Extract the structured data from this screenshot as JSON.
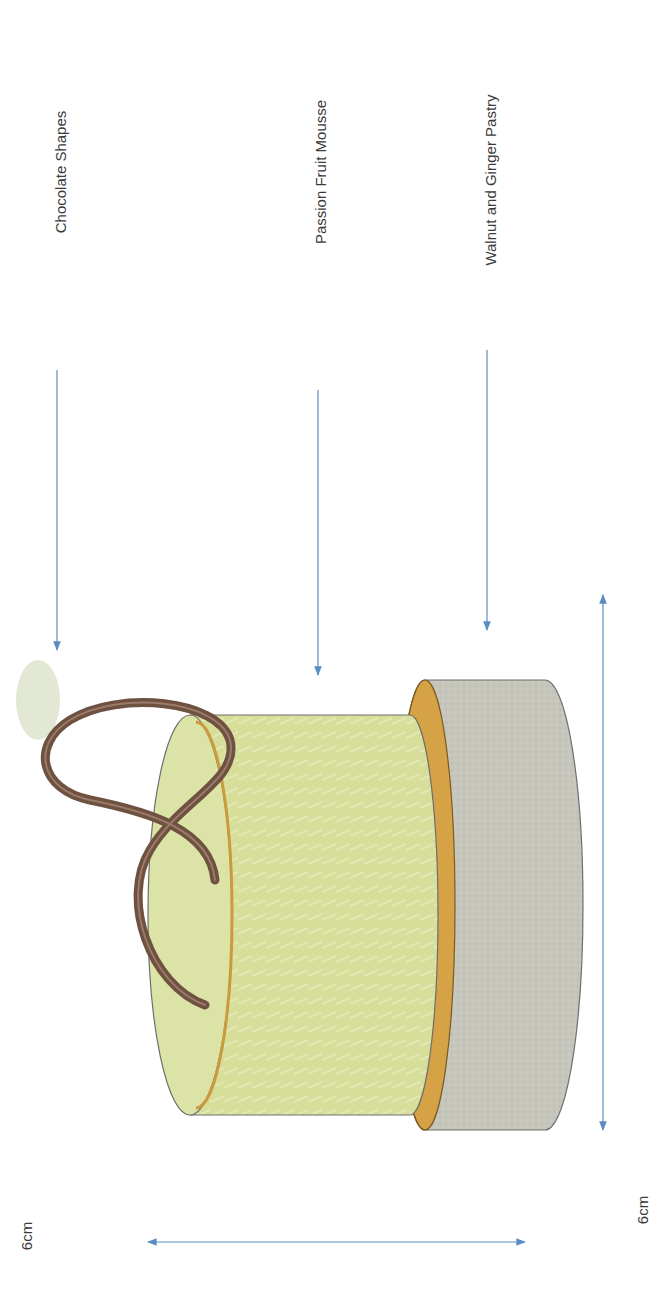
{
  "diagram": {
    "labels": [
      "Chocolate Shapes",
      "Passion Fruit Mousse",
      "Walnut and Ginger Pastry",
      "6cm",
      "6cm"
    ]
  }
}
